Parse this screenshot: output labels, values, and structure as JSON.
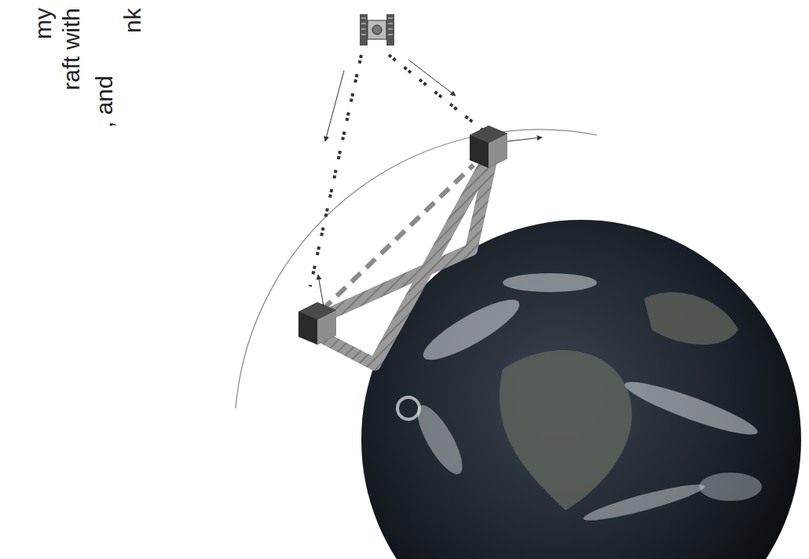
{
  "diagram": {
    "labels": [
      "my",
      "raft with",
      ", and",
      "nk"
    ]
  }
}
